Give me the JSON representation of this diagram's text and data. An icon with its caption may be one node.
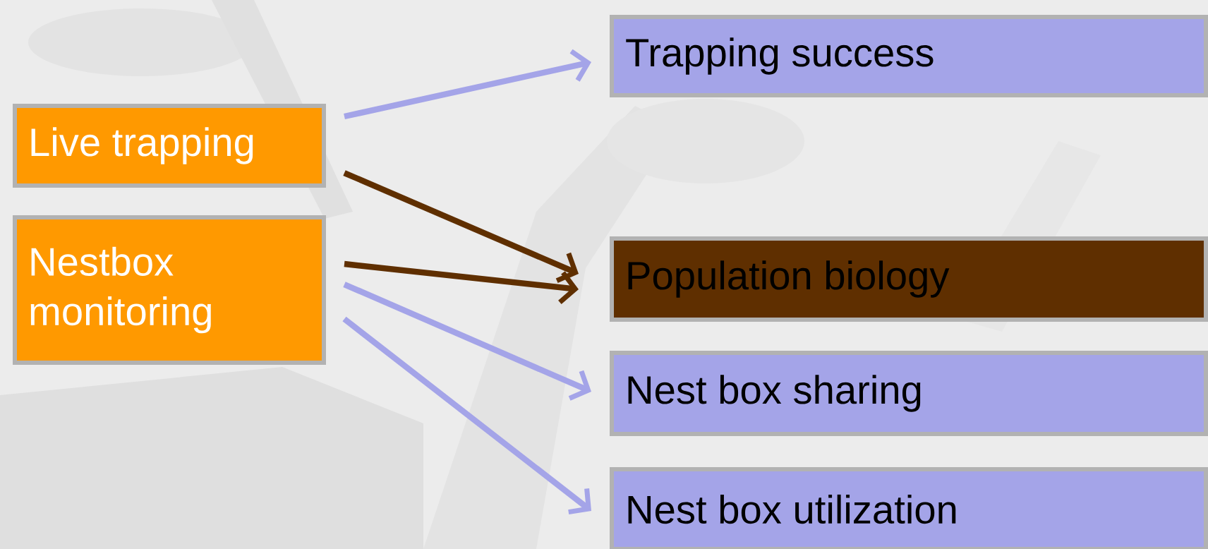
{
  "diagram": {
    "nodes": [
      {
        "text": [
          "Live trapping"
        ]
      },
      {
        "text": [
          "Nestbox monitoring"
        ]
      },
      {
        "text": [
          "Trapping success"
        ]
      },
      {
        "text": [
          "Population biology"
        ]
      },
      {
        "text": [
          "Nest box sharing"
        ]
      },
      {
        "text": [
          "Nest box utilization"
        ]
      }
    ],
    "edges": [
      {
        "from": 0,
        "to": 2,
        "arrow": "to"
      },
      {
        "from": 0,
        "to": 3,
        "arrow": "to",
        "color": "#5f2f00"
      },
      {
        "from": 1,
        "to": 3,
        "arrow": "to",
        "color": "#5f2f00"
      },
      {
        "from": 1,
        "to": 4,
        "arrow": "to"
      },
      {
        "from": 1,
        "to": 5,
        "arrow": "to"
      }
    ]
  }
}
